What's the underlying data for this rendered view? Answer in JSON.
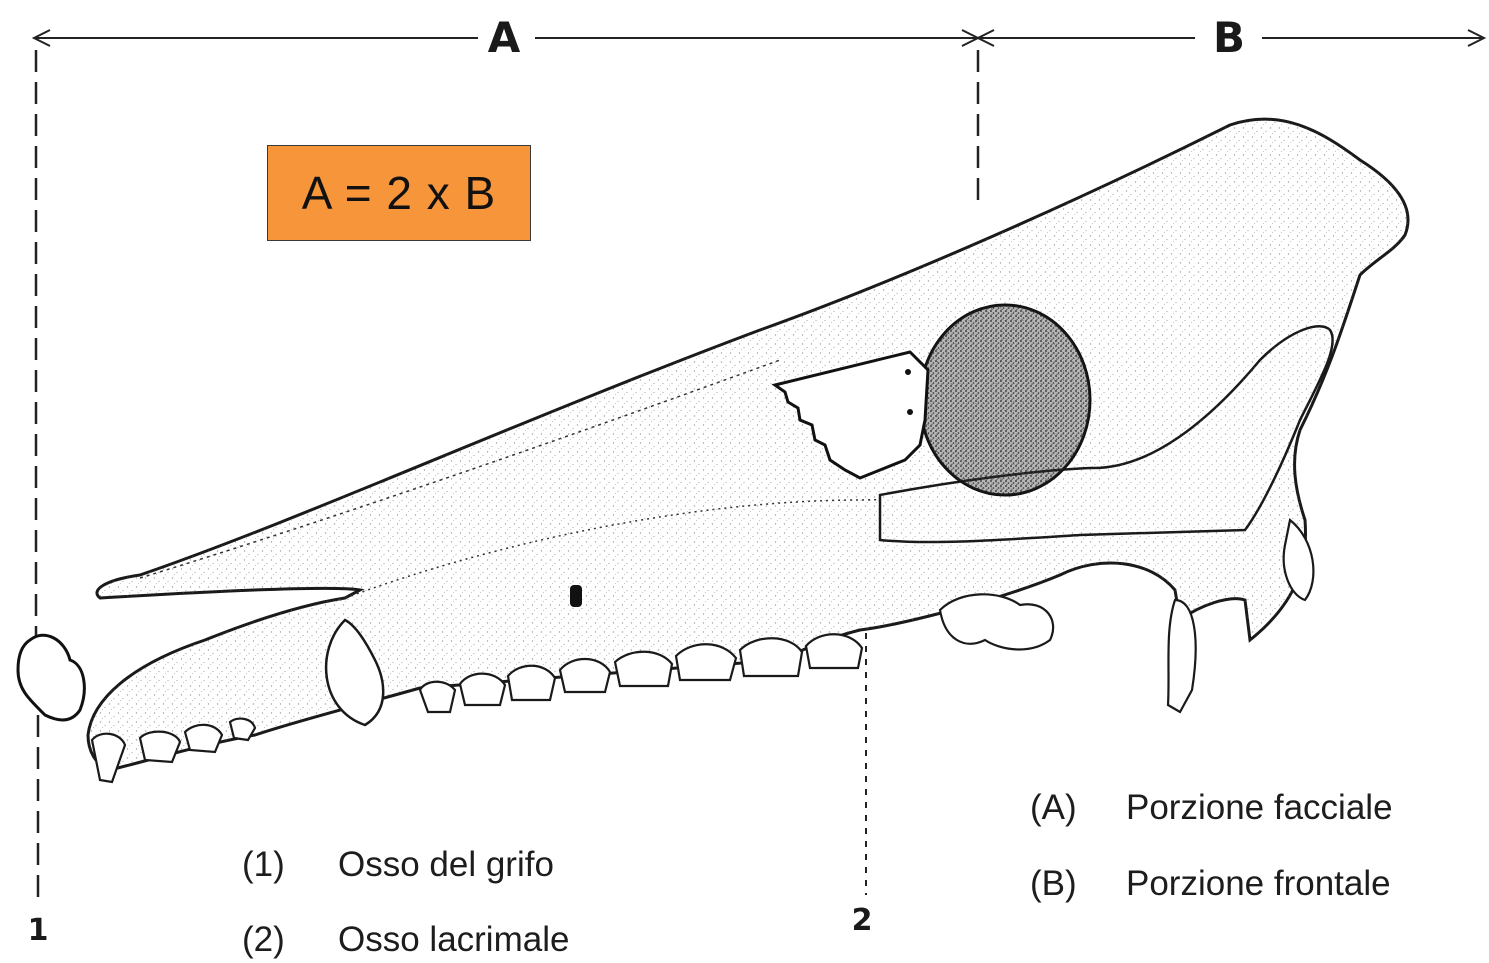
{
  "dimension_labels": {
    "a": "A",
    "b": "B"
  },
  "ratio_box": {
    "text": "A = 2 x B",
    "color": "#f7953b"
  },
  "point_markers": {
    "p1": "1",
    "p2": "2"
  },
  "legend_numbers": [
    {
      "key": "(1)",
      "text": "Osso del grifo"
    },
    {
      "key": "(2)",
      "text": "Osso lacrimale"
    }
  ],
  "legend_letters": [
    {
      "key": "(A)",
      "text": "Porzione facciale"
    },
    {
      "key": "(B)",
      "text": "Porzione frontale"
    }
  ]
}
